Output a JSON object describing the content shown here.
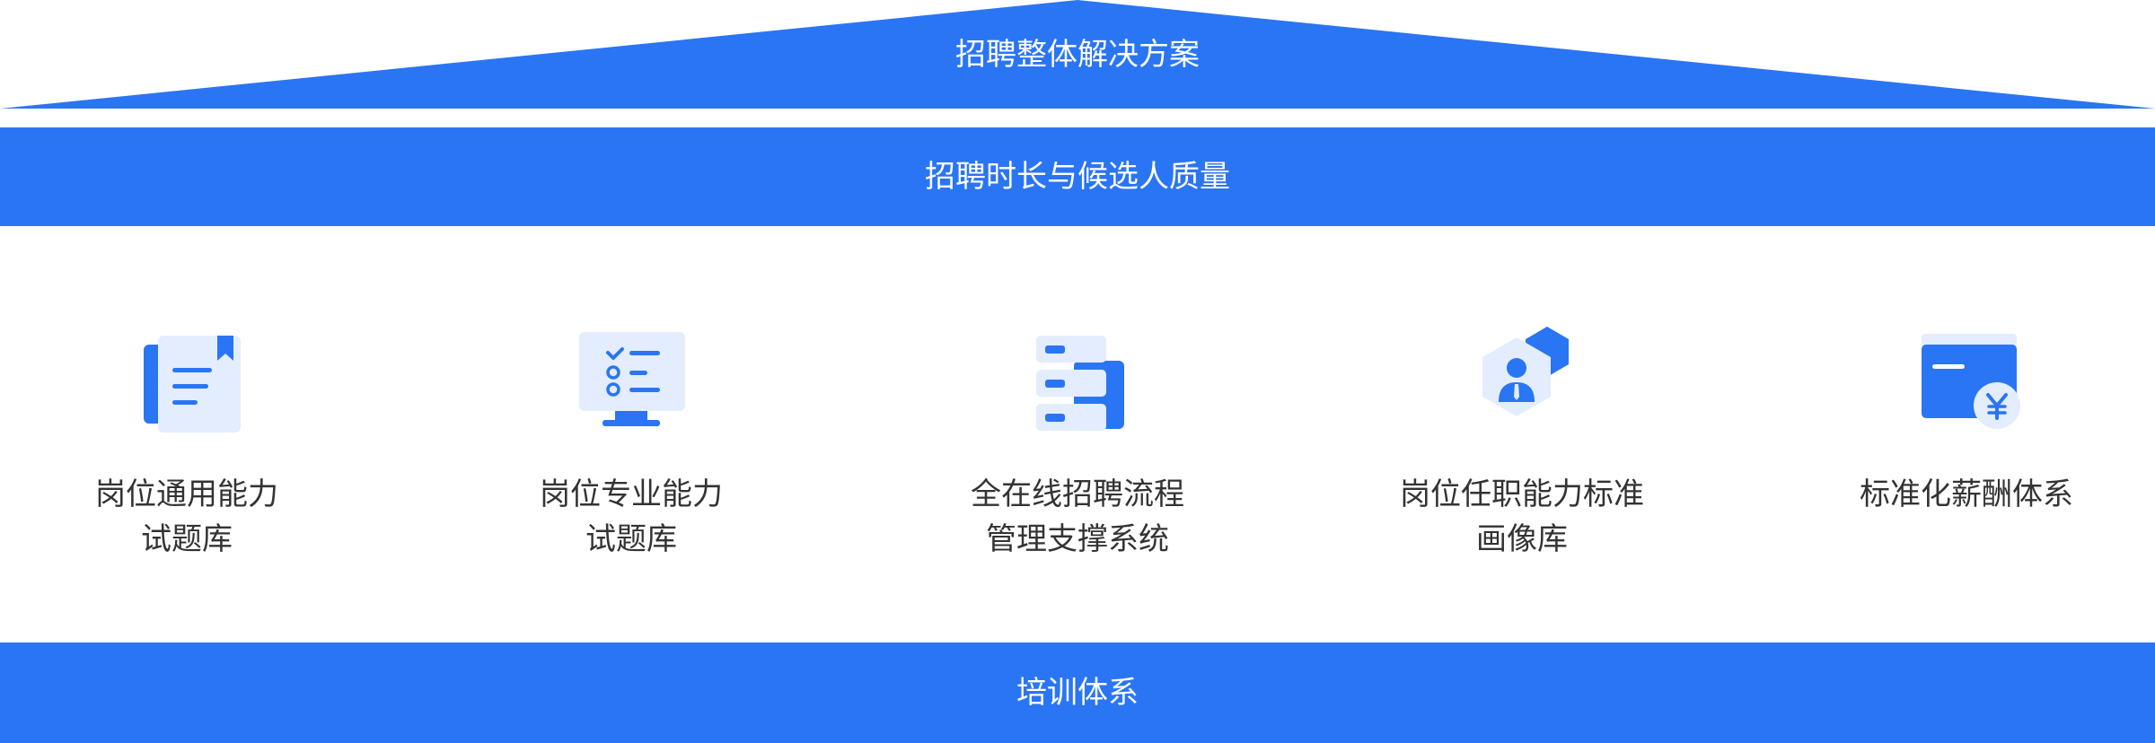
{
  "roof": {
    "label": "招聘整体解决方案"
  },
  "top_band": {
    "label": "招聘时长与候选人质量"
  },
  "bottom_band": {
    "label": "培训体系"
  },
  "pillars": [
    {
      "line1": "岗位通用能力",
      "line2": "试题库",
      "icon": "book-bookmark-icon"
    },
    {
      "line1": "岗位专业能力",
      "line2": "试题库",
      "icon": "monitor-checklist-icon"
    },
    {
      "line1": "全在线招聘流程",
      "line2": "管理支撑系统",
      "icon": "server-stack-icon"
    },
    {
      "line1": "岗位任职能力标准",
      "line2": "画像库",
      "icon": "hexagon-person-icon"
    },
    {
      "line1": "标准化薪酬体系",
      "line2": "",
      "icon": "wallet-yen-icon"
    }
  ],
  "colors": {
    "primary": "#2a75f4",
    "icon_light": "#e3edfd",
    "text": "#333333"
  }
}
